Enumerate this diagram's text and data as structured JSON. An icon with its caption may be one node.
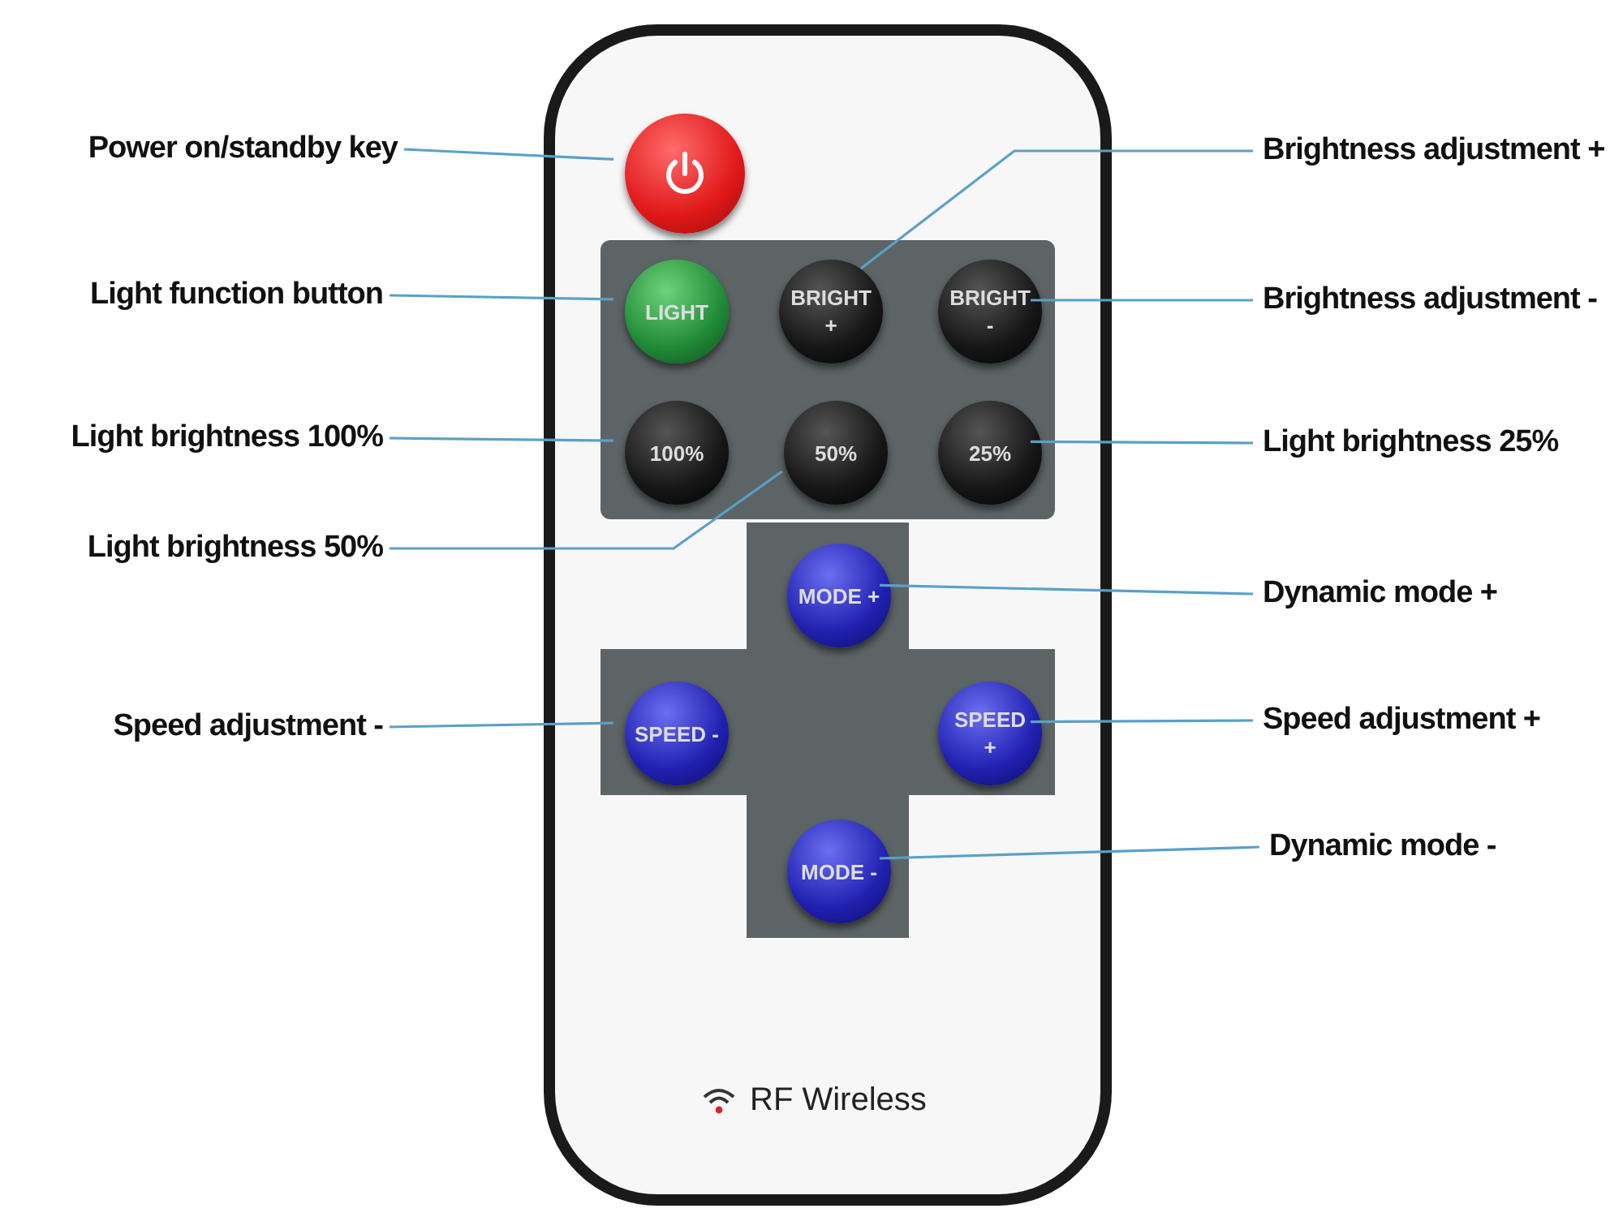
{
  "diagram": {
    "nodes": [
      {
        "text": [
          "RF Wireless"
        ]
      },
      {
        "text": [],
        "shape": "circle",
        "in": 0
      },
      {
        "text": [
          "LIGHT"
        ],
        "in": 0
      },
      {
        "text": [
          "BRIGHT +"
        ],
        "in": 0
      },
      {
        "text": [
          "BRIGHT -"
        ],
        "in": 0
      },
      {
        "text": [
          "100%"
        ],
        "in": 0
      },
      {
        "text": [
          "50%"
        ],
        "in": 0
      },
      {
        "text": [
          "25%"
        ],
        "in": 0
      },
      {
        "text": [
          "MODE +"
        ],
        "in": 0
      },
      {
        "text": [
          "SPEED -"
        ],
        "in": 0
      },
      {
        "text": [
          "SPEED +"
        ],
        "in": 0
      },
      {
        "text": [
          "MODE -"
        ],
        "in": 0
      },
      {
        "text": [
          "Power on/standby key"
        ]
      },
      {
        "text": [
          "Brightness adjustment +"
        ]
      },
      {
        "text": [
          "Light function button"
        ]
      },
      {
        "text": [
          "Brightness adjustment -"
        ]
      },
      {
        "text": [
          "Light brightness 100%"
        ]
      },
      {
        "text": [
          "Light brightness 25%"
        ]
      },
      {
        "text": [
          "Light brightness 50%"
        ]
      },
      {
        "text": [
          "Dynamic mode +"
        ]
      },
      {
        "text": [
          "Speed adjustment -"
        ]
      },
      {
        "text": [
          "Speed adjustment +"
        ]
      },
      {
        "text": [
          "Dynamic mode -"
        ]
      }
    ],
    "edges": [
      {
        "from": 12,
        "to": 1,
        "arrow": "none"
      },
      {
        "from": 13,
        "to": 3,
        "arrow": "none"
      },
      {
        "from": 14,
        "to": 2,
        "arrow": "none"
      },
      {
        "from": 15,
        "to": 4,
        "arrow": "none"
      },
      {
        "from": 16,
        "to": 5,
        "arrow": "none"
      },
      {
        "from": 17,
        "to": 7,
        "arrow": "none"
      },
      {
        "from": 18,
        "to": 6,
        "arrow": "none"
      },
      {
        "from": 19,
        "to": 8,
        "arrow": "none"
      },
      {
        "from": 20,
        "to": 9,
        "arrow": "none"
      },
      {
        "from": 21,
        "to": 10,
        "arrow": "none"
      },
      {
        "from": 22,
        "to": 11,
        "arrow": "none"
      }
    ]
  }
}
